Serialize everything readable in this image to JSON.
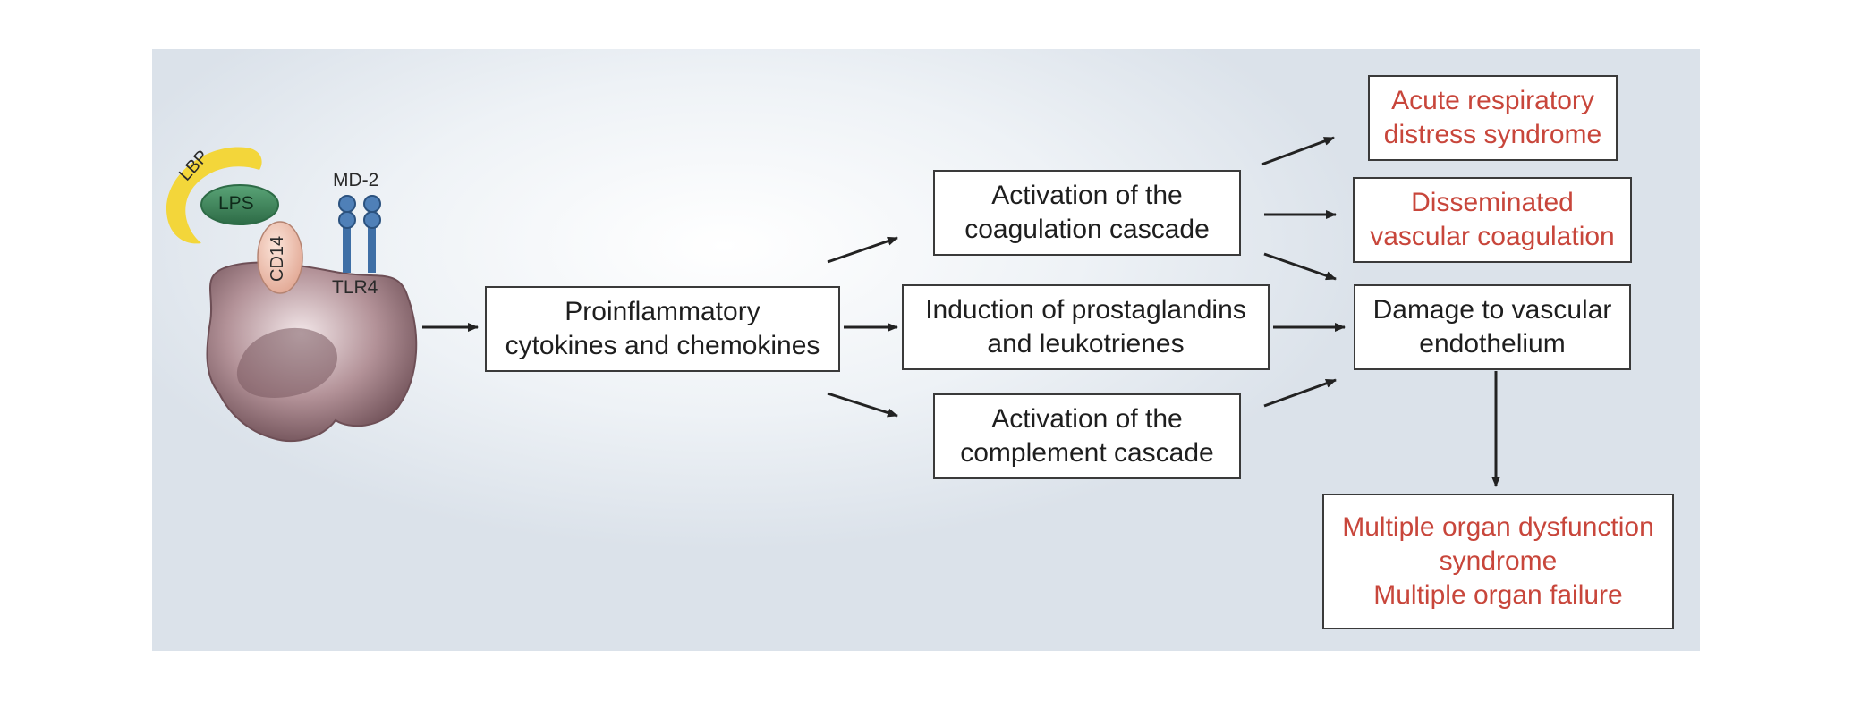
{
  "cell_labels": {
    "lbp": "LBP",
    "lps": "LPS",
    "cd14": "CD14",
    "md2": "MD-2",
    "tlr4": "TLR4"
  },
  "boxes": {
    "proinflammatory": [
      "Proinflammatory",
      "cytokines and chemokines"
    ],
    "coagulation": [
      "Activation of the",
      "coagulation cascade"
    ],
    "prostaglandins": [
      "Induction of prostaglandins",
      "and leukotrienes"
    ],
    "complement": [
      "Activation of the",
      "complement cascade"
    ],
    "ards": [
      "Acute respiratory",
      "distress syndrome"
    ],
    "dic": [
      "Disseminated",
      "vascular coagulation"
    ],
    "endothelium": [
      "Damage to vascular",
      "endothelium"
    ],
    "mods": [
      "Multiple organ dysfunction",
      "syndrome",
      "Multiple organ failure"
    ]
  },
  "colors": {
    "outcome_text": "#c8463b",
    "box_text": "#1e1e1e",
    "arrow": "#222222",
    "lbp": "#f3d63a",
    "lps": "#3e8a5c",
    "cd14": "#f0c8b8",
    "receptor": "#3f6fa6",
    "cell": "#8a6a70"
  }
}
